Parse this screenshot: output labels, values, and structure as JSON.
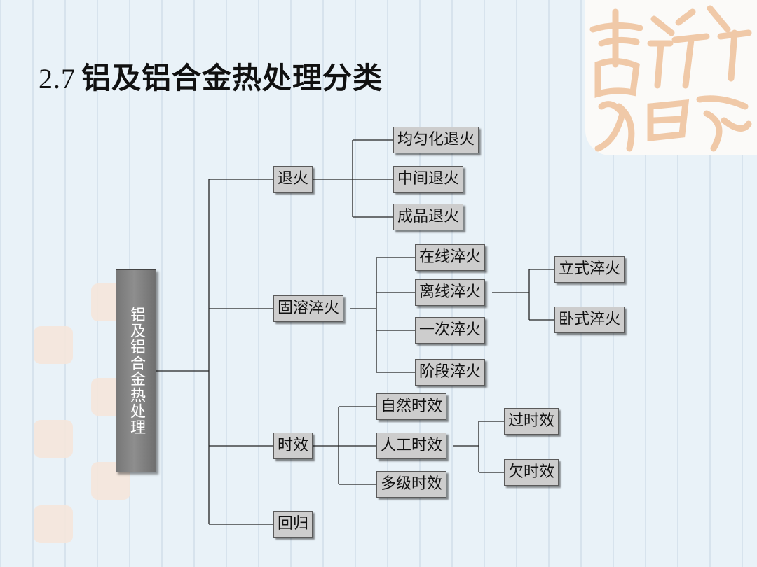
{
  "title": {
    "number": "2.7",
    "text": "铝及铝合金热处理分类"
  },
  "root": {
    "label": "铝及铝合金热处理"
  },
  "branches": {
    "annealing": {
      "label": "退火",
      "children": [
        "均匀化退火",
        "中间退火",
        "成品退火"
      ]
    },
    "quenching": {
      "label": "固溶淬火",
      "children": [
        "在线淬火",
        "离线淬火",
        "一次淬火",
        "阶段淬火"
      ],
      "offline_children": [
        "立式淬火",
        "卧式淬火"
      ]
    },
    "aging": {
      "label": "时效",
      "children": [
        "自然时效",
        "人工时效",
        "多级时效"
      ],
      "artificial_children": [
        "过时效",
        "欠时效"
      ]
    },
    "retrogression": {
      "label": "回归"
    }
  },
  "colors": {
    "seal": "#f0c9a8",
    "node_fill": "#cdcdcd",
    "root_fill": "#808080",
    "line": "#222222"
  }
}
